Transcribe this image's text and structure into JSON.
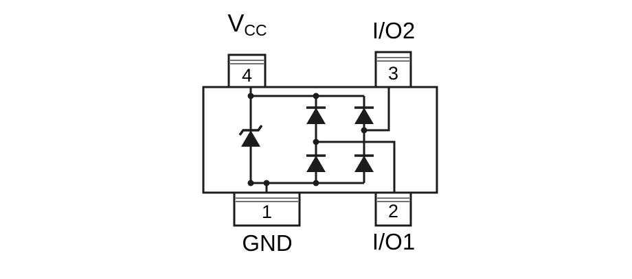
{
  "diagram": {
    "type": "circuit-schematic",
    "description": "ESD protection diode array pinout/internal schematic in 4-pin package",
    "labels": {
      "vcc_main": "V",
      "vcc_sub": "CC",
      "io2": "I/O2",
      "gnd": "GND",
      "io1": "I/O1"
    },
    "pins": [
      {
        "number": "4",
        "name": "VCC",
        "position": "top-left"
      },
      {
        "number": "3",
        "name": "I/O2",
        "position": "top-right"
      },
      {
        "number": "1",
        "name": "GND",
        "position": "bottom-left"
      },
      {
        "number": "2",
        "name": "I/O1",
        "position": "bottom-right"
      }
    ],
    "components": [
      {
        "name": "zener-diode-symbol",
        "branch": "left",
        "between": [
          "GND",
          "VCC"
        ]
      },
      {
        "name": "diode-symbol",
        "branch": "middle-upper",
        "between": [
          "I/O1",
          "VCC"
        ]
      },
      {
        "name": "diode-symbol",
        "branch": "middle-lower",
        "between": [
          "GND",
          "I/O1"
        ]
      },
      {
        "name": "diode-symbol",
        "branch": "right-upper",
        "between": [
          "I/O2",
          "VCC"
        ]
      },
      {
        "name": "diode-symbol",
        "branch": "right-lower",
        "between": [
          "GND",
          "I/O2"
        ]
      }
    ],
    "colors": {
      "line": "#1c1c1c",
      "background": "#ffffff",
      "text": "#000000"
    }
  }
}
